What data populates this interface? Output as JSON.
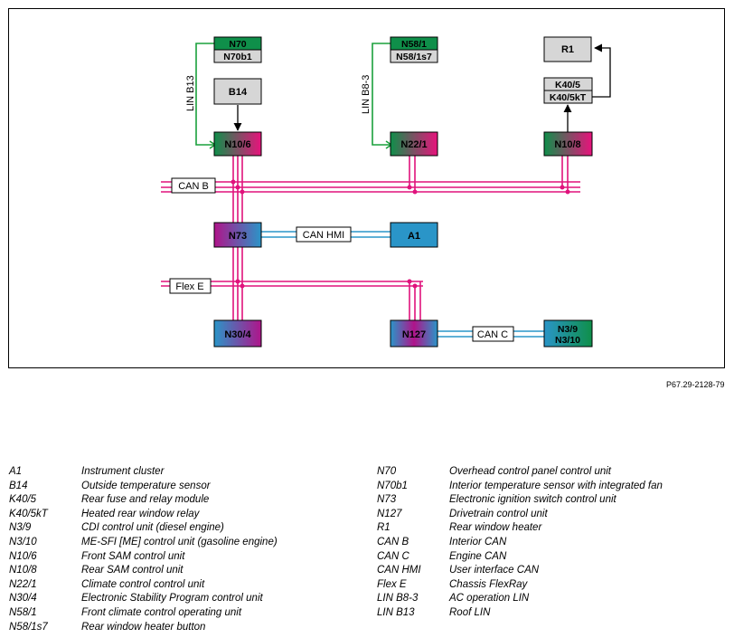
{
  "reference": "P67.29-2128-79",
  "colors": {
    "green": "#0f8f4a",
    "magenta": "#e8127c",
    "blue": "#2a95c8",
    "gray": "#d6d6d6",
    "can_line": "#e0127c",
    "hmi_line": "#2a95c8",
    "lin_line": "#1aa03c"
  },
  "diagram": {
    "units": {
      "n70": "N70",
      "n70b1": "N70b1",
      "b14": "B14",
      "n10_6": "N10/6",
      "n58_1": "N58/1",
      "n58_1s7": "N58/1s7",
      "n22_1": "N22/1",
      "r1": "R1",
      "k40_5": "K40/5",
      "k40_5kt": "K40/5kT",
      "n10_8": "N10/8",
      "n73": "N73",
      "a1": "A1",
      "n30_4": "N30/4",
      "n127": "N127",
      "n3_9": "N3/9",
      "n3_10": "N3/10"
    },
    "buses": {
      "can_b": "CAN B",
      "can_hmi": "CAN HMI",
      "flex_e": "Flex E",
      "can_c": "CAN C",
      "lin_b13": "LIN B13",
      "lin_b8_3": "LIN B8-3"
    }
  },
  "legend": {
    "left": [
      {
        "code": "A1",
        "desc": "Instrument cluster"
      },
      {
        "code": "B14",
        "desc": "Outside temperature sensor"
      },
      {
        "code": "K40/5",
        "desc": "Rear fuse and relay module"
      },
      {
        "code": "K40/5kT",
        "desc": "Heated rear window relay"
      },
      {
        "code": "N3/9",
        "desc": "CDI control unit (diesel engine)"
      },
      {
        "code": "N3/10",
        "desc": "ME-SFI [ME] control unit (gasoline engine)"
      },
      {
        "code": "N10/6",
        "desc": "Front SAM control unit"
      },
      {
        "code": "N10/8",
        "desc": "Rear SAM control unit"
      },
      {
        "code": "N22/1",
        "desc": "Climate control control unit"
      },
      {
        "code": "N30/4",
        "desc": "Electronic Stability Program control unit"
      },
      {
        "code": "N58/1",
        "desc": "Front climate control operating unit"
      },
      {
        "code": "N58/1s7",
        "desc": "Rear window heater button"
      }
    ],
    "right": [
      {
        "code": "N70",
        "desc": "Overhead control panel control unit"
      },
      {
        "code": "N70b1",
        "desc": "Interior temperature sensor with integrated fan"
      },
      {
        "code": "N73",
        "desc": "Electronic ignition switch control unit"
      },
      {
        "code": "N127",
        "desc": "Drivetrain control unit"
      },
      {
        "code": "R1",
        "desc": "Rear window heater"
      },
      {
        "code": "CAN B",
        "desc": "Interior CAN"
      },
      {
        "code": "CAN C",
        "desc": "Engine CAN"
      },
      {
        "code": "CAN HMI",
        "desc": "User interface CAN"
      },
      {
        "code": "Flex E",
        "desc": "Chassis FlexRay"
      },
      {
        "code": "LIN B8-3",
        "desc": "AC operation LIN"
      },
      {
        "code": "LIN B13",
        "desc": "Roof LIN"
      }
    ]
  }
}
